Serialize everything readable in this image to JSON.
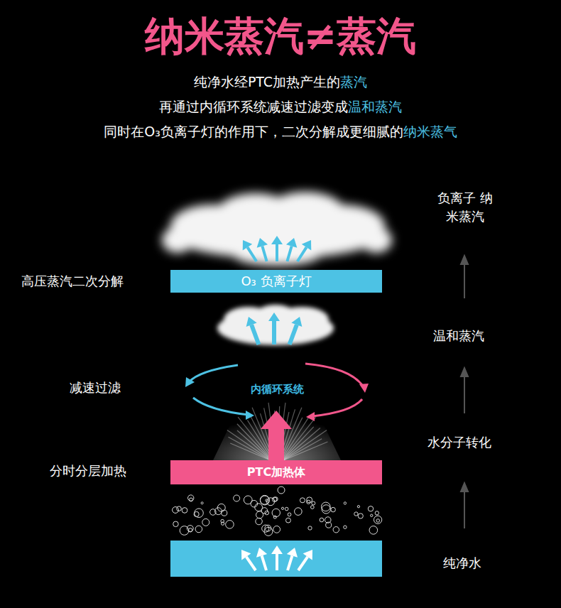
{
  "diagram": {
    "title": "纳米蒸汽≠蒸汽",
    "nodes": [
      {
        "text": [
          "O₃ 负离子灯"
        ]
      },
      {
        "text": [
          "内循环系统"
        ]
      },
      {
        "text": [
          "PTC加热体"
        ]
      }
    ],
    "edges": [
      {
        "from": 2,
        "to": 1,
        "arrow": "to"
      }
    ],
    "labels": [
      "纯净水经PTC加热产生的",
      "蒸汽",
      "再通过内循环系统减速过滤变成",
      "温和蒸汽",
      "同时在O₃负离子灯的作用下，二次分解成更细腻的",
      "纳米蒸气",
      "负离子 纳米蒸汽",
      "高压蒸汽二次分解",
      "温和蒸汽",
      "减速过滤",
      "水分子转化",
      "分时分层加热",
      "纯净水"
    ]
  }
}
